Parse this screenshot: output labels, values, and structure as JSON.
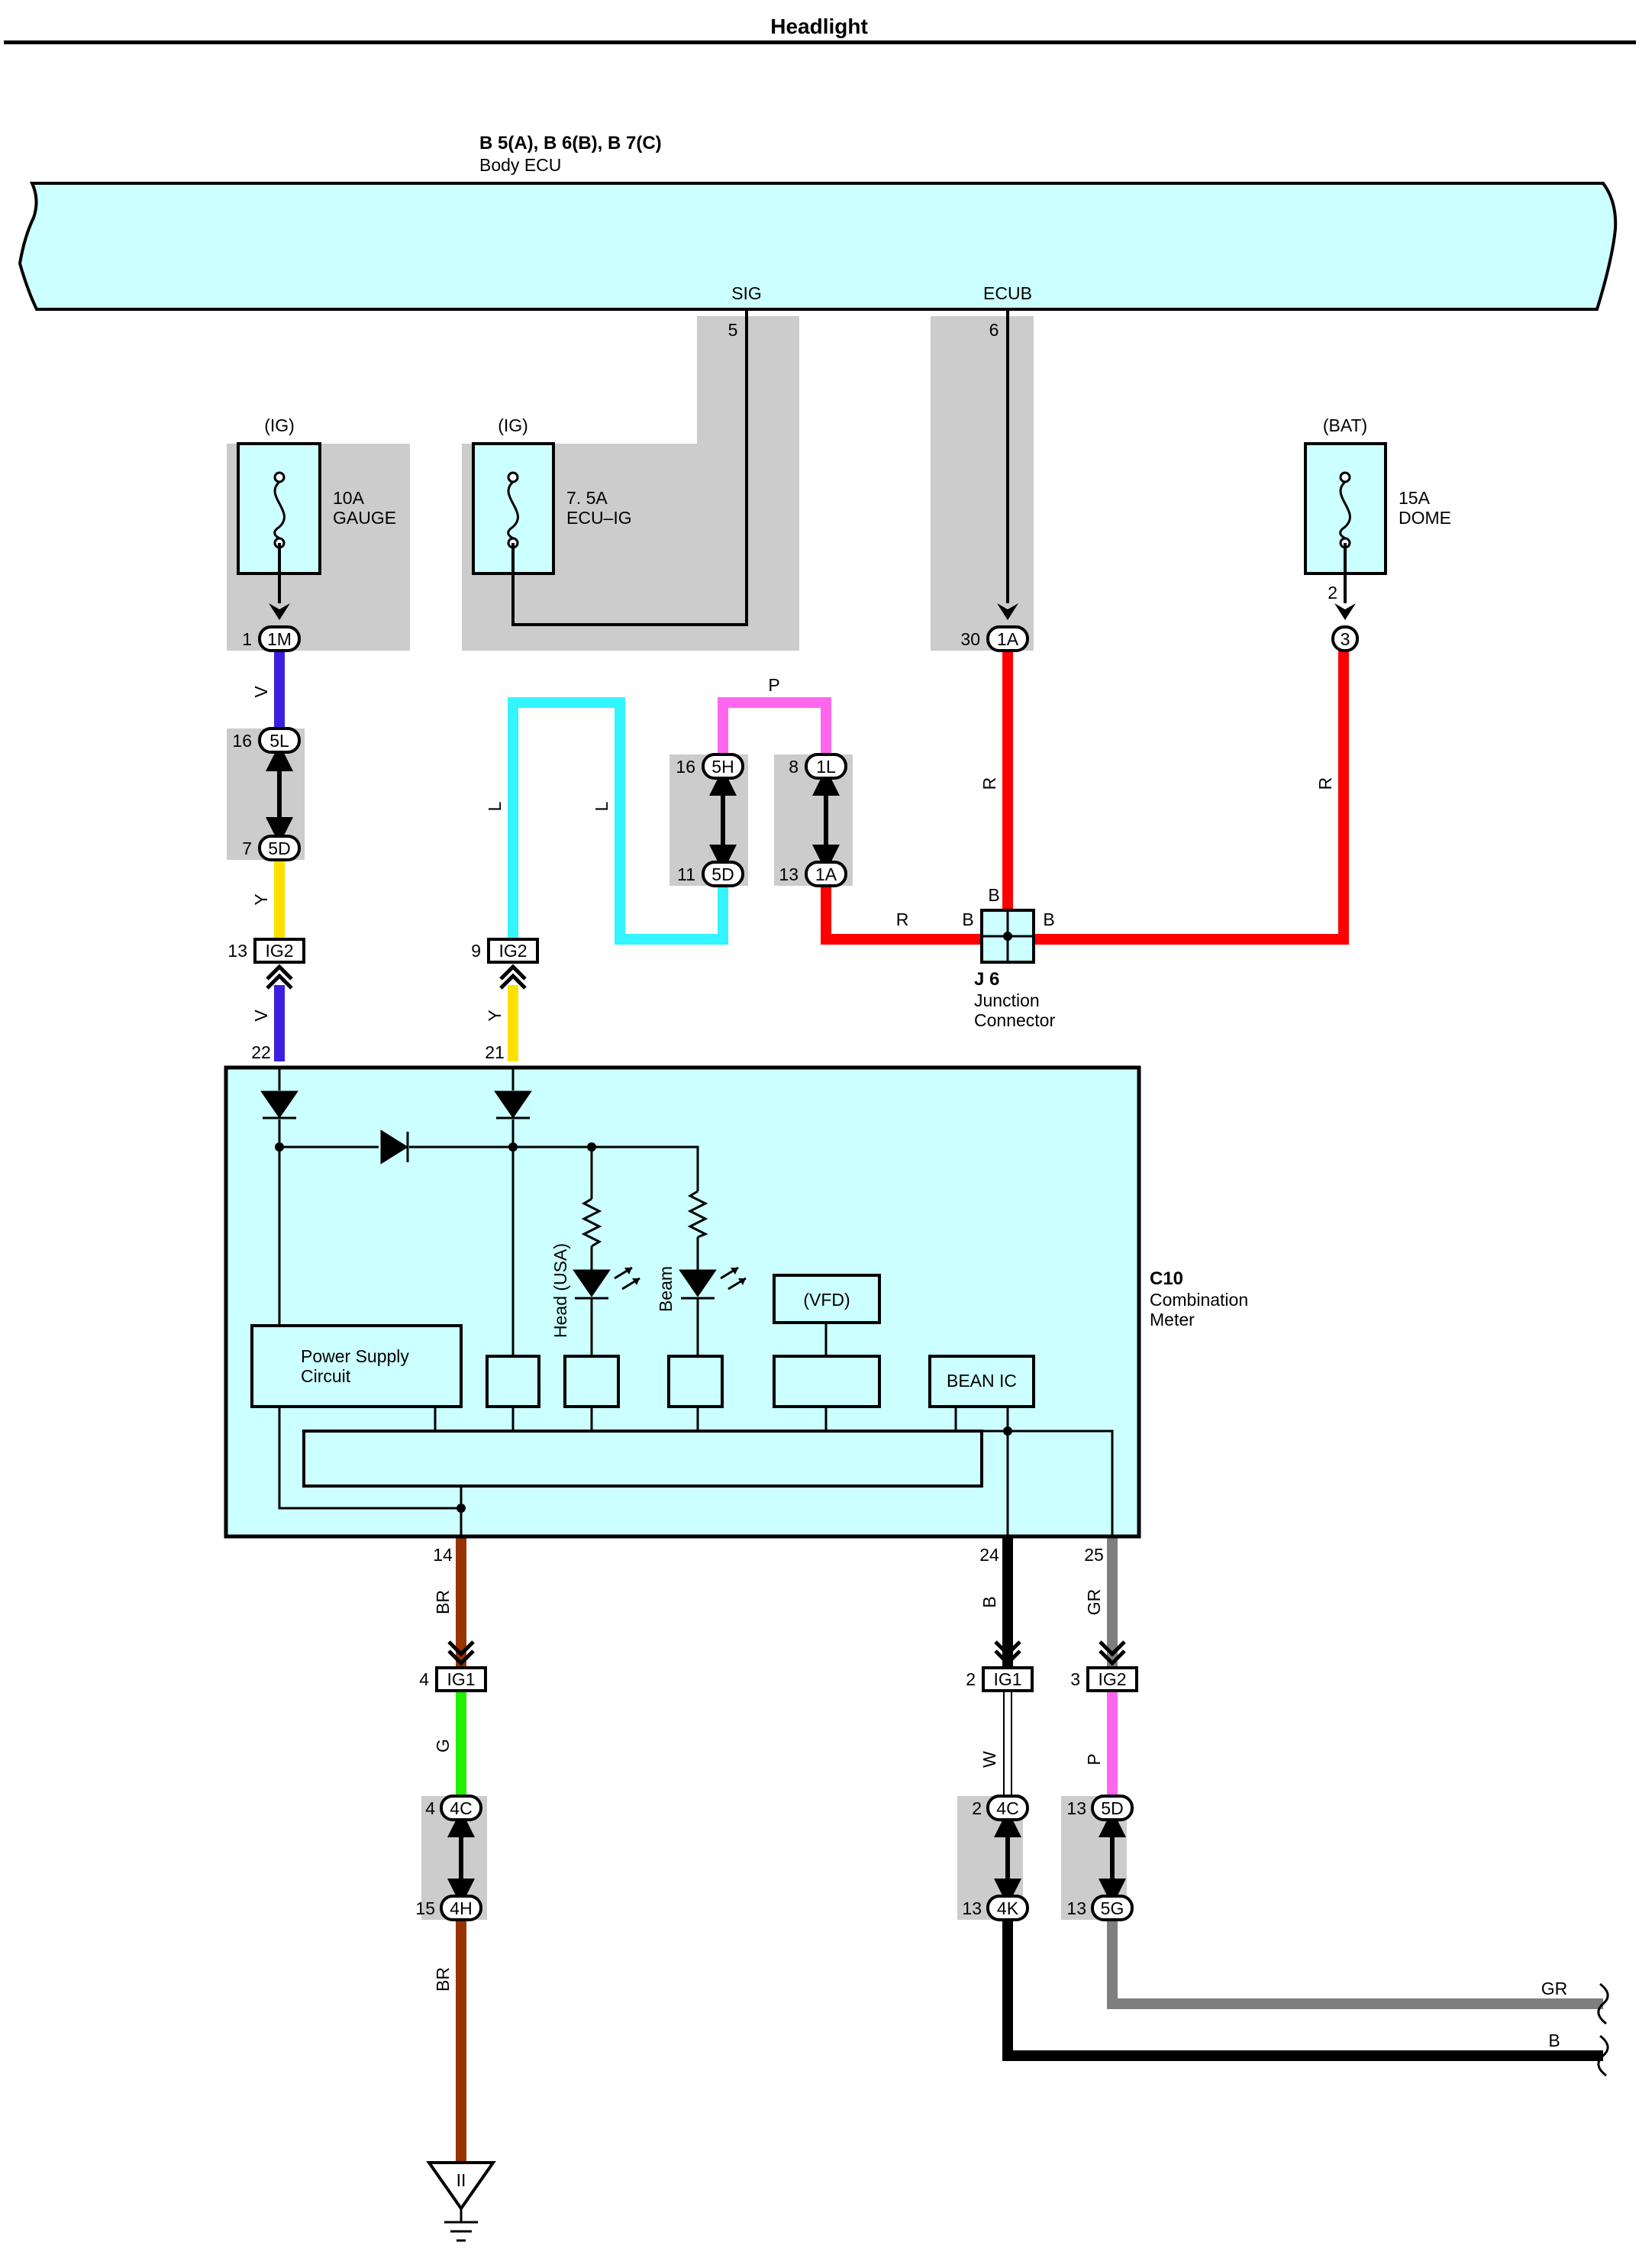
{
  "title": "Headlight",
  "body_ecu": {
    "code": "B 5(A), B 6(B), B 7(C)",
    "name": "Body ECU",
    "pin_sig_label": "SIG",
    "pin_sig_num": "5",
    "pin_ecub_label": "ECUB",
    "pin_ecub_num": "6"
  },
  "fuses": {
    "gauge": {
      "source": "(IG)",
      "rating": "10A",
      "name": "GAUGE",
      "pin": "1",
      "conn": "1M"
    },
    "ecuig": {
      "source": "(IG)",
      "rating": "7. 5A",
      "name": "ECU–IG"
    },
    "dome": {
      "source": "(BAT)",
      "rating": "15A",
      "name": "DOME",
      "pin": "2",
      "conn": "3"
    }
  },
  "ecub_conn": {
    "pin": "30",
    "conn": "1A"
  },
  "wire_colors": {
    "V": "V",
    "Y": "Y",
    "L": "L",
    "P": "P",
    "R": "R",
    "BR": "BR",
    "G": "G",
    "B": "B",
    "GR": "GR",
    "W": "W"
  },
  "connectors": {
    "c5L": {
      "pin": "16",
      "code": "5L"
    },
    "c5D_a": {
      "pin": "7",
      "code": "5D"
    },
    "c5H": {
      "pin": "16",
      "code": "5H"
    },
    "c5D_b": {
      "pin": "11",
      "code": "5D"
    },
    "c1L": {
      "pin": "8",
      "code": "1L"
    },
    "c1A_b": {
      "pin": "13",
      "code": "1A"
    },
    "ig2_a": {
      "pin": "13",
      "code": "IG2"
    },
    "ig2_b": {
      "pin": "9",
      "code": "IG2"
    },
    "ig1_a": {
      "pin": "4",
      "code": "IG1"
    },
    "ig1_b": {
      "pin": "2",
      "code": "IG1"
    },
    "ig2_c": {
      "pin": "3",
      "code": "IG2"
    },
    "c4C_a": {
      "pin": "4",
      "code": "4C"
    },
    "c4H": {
      "pin": "15",
      "code": "4H"
    },
    "c4C_b": {
      "pin": "2",
      "code": "4C"
    },
    "c4K": {
      "pin": "13",
      "code": "4K"
    },
    "c5D_c": {
      "pin": "13",
      "code": "5D"
    },
    "c5G": {
      "pin": "13",
      "code": "5G"
    }
  },
  "junction": {
    "code": "J 6",
    "line1": "Junction",
    "line2": "Connector",
    "pin_top": "B",
    "pin_left": "B",
    "pin_right": "B"
  },
  "meter": {
    "code": "C10",
    "line1": "Combination",
    "line2": "Meter",
    "pin_22": "22",
    "pin_21": "21",
    "pin_14": "14",
    "pin_24": "24",
    "pin_25": "25",
    "psu_line1": "Power Supply",
    "psu_line2": "Circuit",
    "head_label": "Head (USA)",
    "beam_label": "Beam",
    "vfd_label": "(VFD)",
    "bean_label": "BEAN IC"
  },
  "ground": {
    "code": "II"
  },
  "colors": {
    "panel": "#ccffff",
    "shade": "#cccccc",
    "violet": "#3b1fe0",
    "yellow": "#ffe000",
    "cyan": "#33f5ff",
    "pink": "#ff66ee",
    "red": "#ff0000",
    "brown": "#993300",
    "green": "#22ee00",
    "black": "#000000",
    "gray": "#7f7f7f"
  }
}
